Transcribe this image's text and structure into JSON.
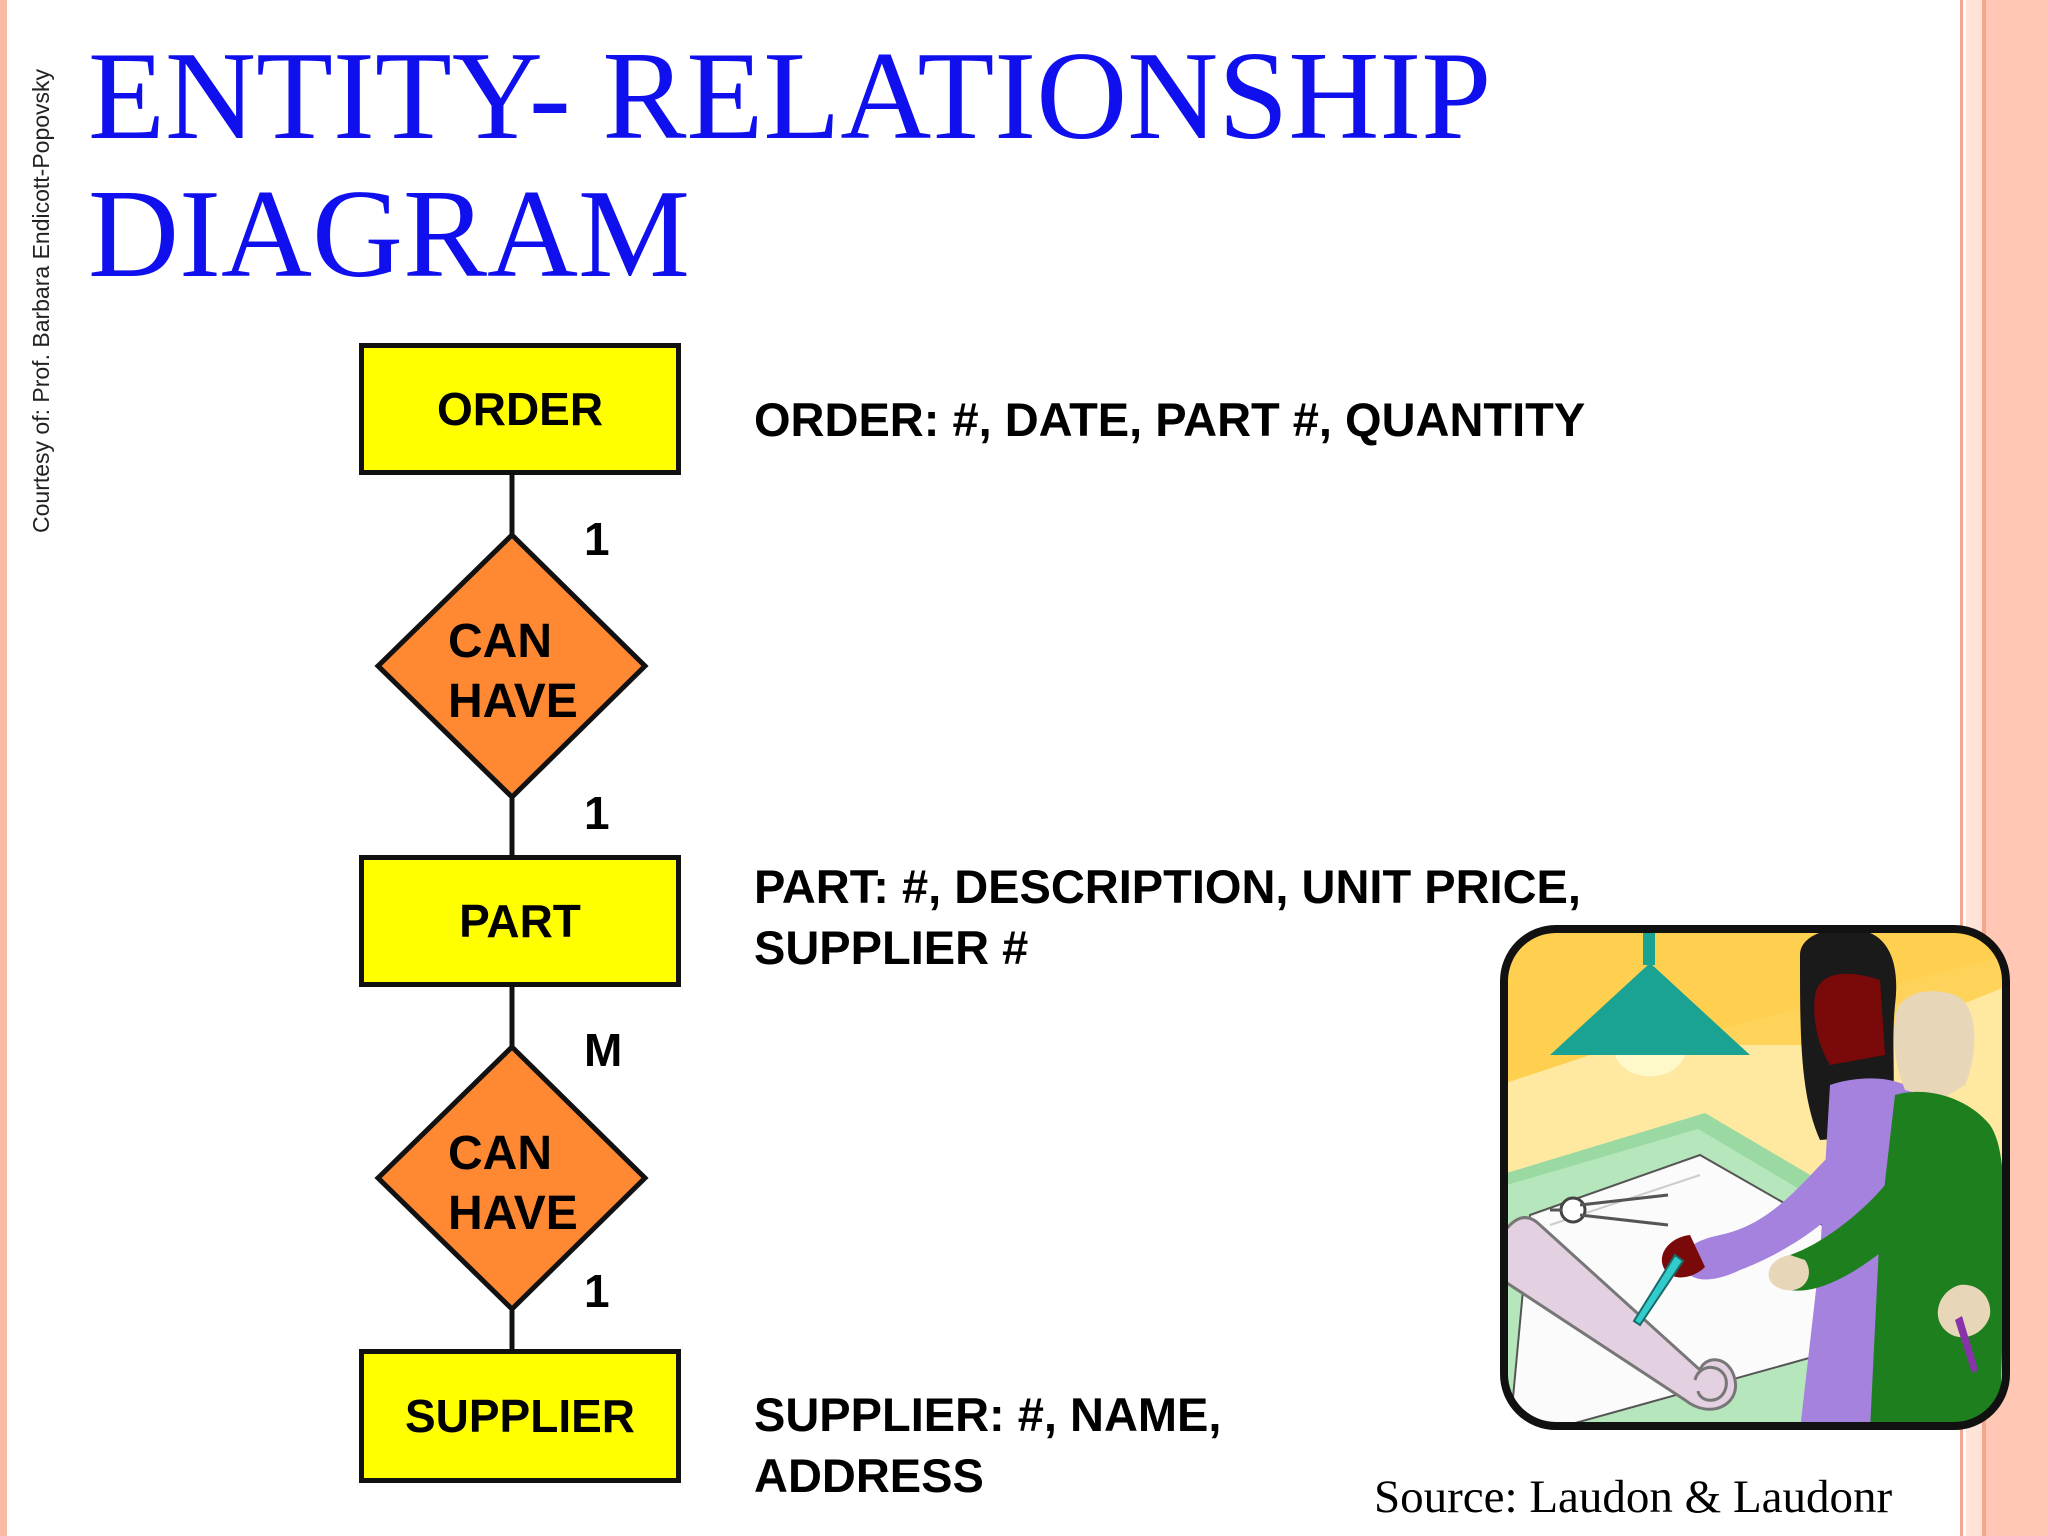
{
  "slide": {
    "title_line1": "ENTITY- RELATIONSHIP",
    "title_line2": "DIAGRAM",
    "courtesy": "Courtesy of: Prof. Barbara Endicott-Popovsky",
    "source": "Source: Laudon  & Laudonr"
  },
  "colors": {
    "title": "#1010ee",
    "entity_fill": "#ffff00",
    "relationship_fill": "#ff8833",
    "side_stripe": "#ffc7b4"
  },
  "diagram": {
    "entities": [
      {
        "id": "order",
        "label": "ORDER"
      },
      {
        "id": "part",
        "label": "PART"
      },
      {
        "id": "supplier",
        "label": "SUPPLIER"
      }
    ],
    "relationships": [
      {
        "id": "rel-1",
        "line1": "CAN",
        "line2": "HAVE"
      },
      {
        "id": "rel-2",
        "line1": "CAN",
        "line2": "HAVE"
      }
    ],
    "cardinalities": [
      "1",
      "1",
      "M",
      "1"
    ],
    "attributes": {
      "order_line1": "ORDER: #, DATE, PART #, QUANTITY",
      "part_line1": "PART: #, DESCRIPTION, UNIT PRICE,",
      "part_line2": "SUPPLIER #",
      "supplier_line1": "SUPPLIER: #, NAME,",
      "supplier_line2": "ADDRESS"
    }
  },
  "clipart": {
    "icon": "architects-blueprint-illustration"
  }
}
